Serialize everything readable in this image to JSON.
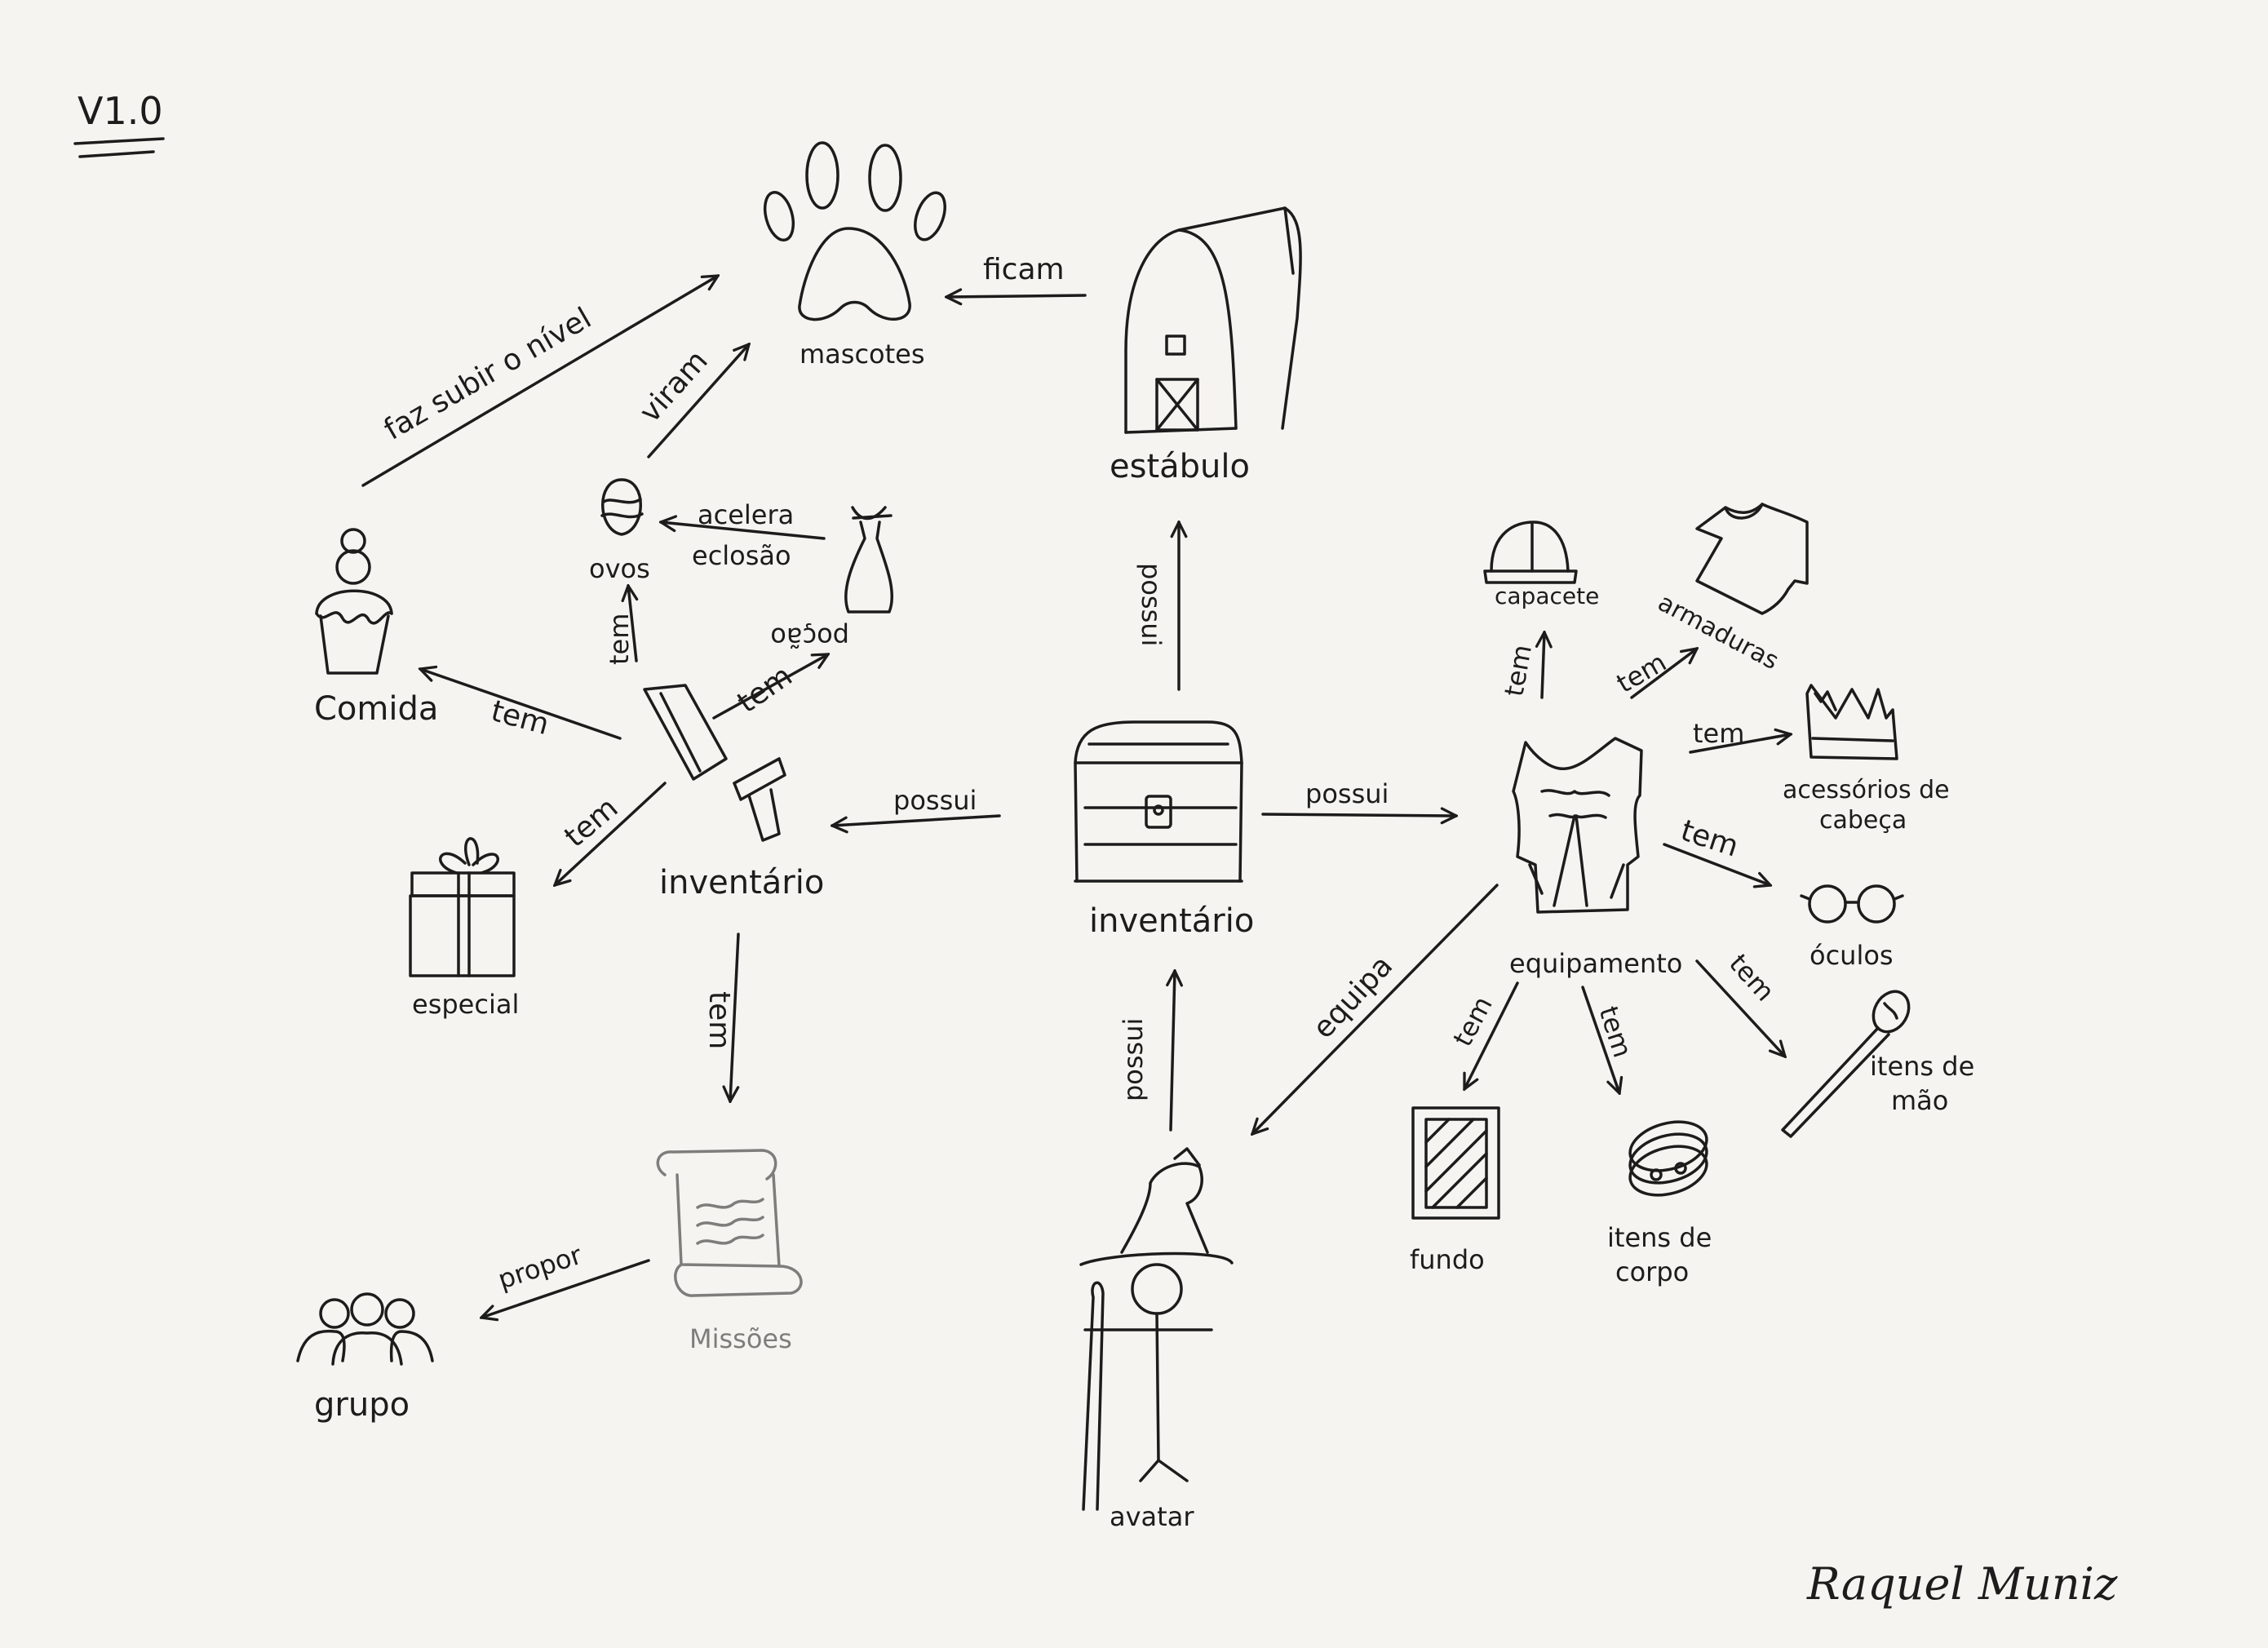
{
  "version": "V1.0",
  "signature": "Raquel Muniz",
  "nodes": {
    "mascotes": "mascotes",
    "estabulo": "estábulo",
    "ovos": "ovos",
    "pocao": "poção",
    "comida": "Comida",
    "inventario_itens": "inventário",
    "especial": "especial",
    "inventario": "inventário",
    "missoes": "Missões",
    "grupo": "grupo",
    "avatar": "avatar",
    "equipamento": "equipamento",
    "capacete": "capacete",
    "armaduras": "armaduras",
    "acessorios_l1": "acessórios de",
    "acessorios_l2": "cabeça",
    "oculos": "óculos",
    "itens_mao_l1": "itens de",
    "itens_mao_l2": "mão",
    "fundo": "fundo",
    "itens_corpo_l1": "itens de",
    "itens_corpo_l2": "corpo"
  },
  "edges": {
    "faz_subir": "faz subir o nível",
    "viram": "viram",
    "ficam": "ficam",
    "acelera_l1": "acelera",
    "acelera_l2": "eclosão",
    "tem_ovos": "tem",
    "tem_pocao": "tem",
    "tem_comida": "tem",
    "tem_especial": "tem",
    "tem_missoes": "tem",
    "possui_inv_itens": "possui",
    "possui_estabulo": "possui",
    "possui_equip": "possui",
    "possui_avatar": "possui",
    "propor": "propor",
    "equipa": "equipa",
    "tem_capacete": "tem",
    "tem_armaduras": "tem",
    "tem_acessorios": "tem",
    "tem_oculos": "tem",
    "tem_itens_mao": "tem",
    "tem_fundo": "tem",
    "tem_itens_corpo": "tem"
  }
}
